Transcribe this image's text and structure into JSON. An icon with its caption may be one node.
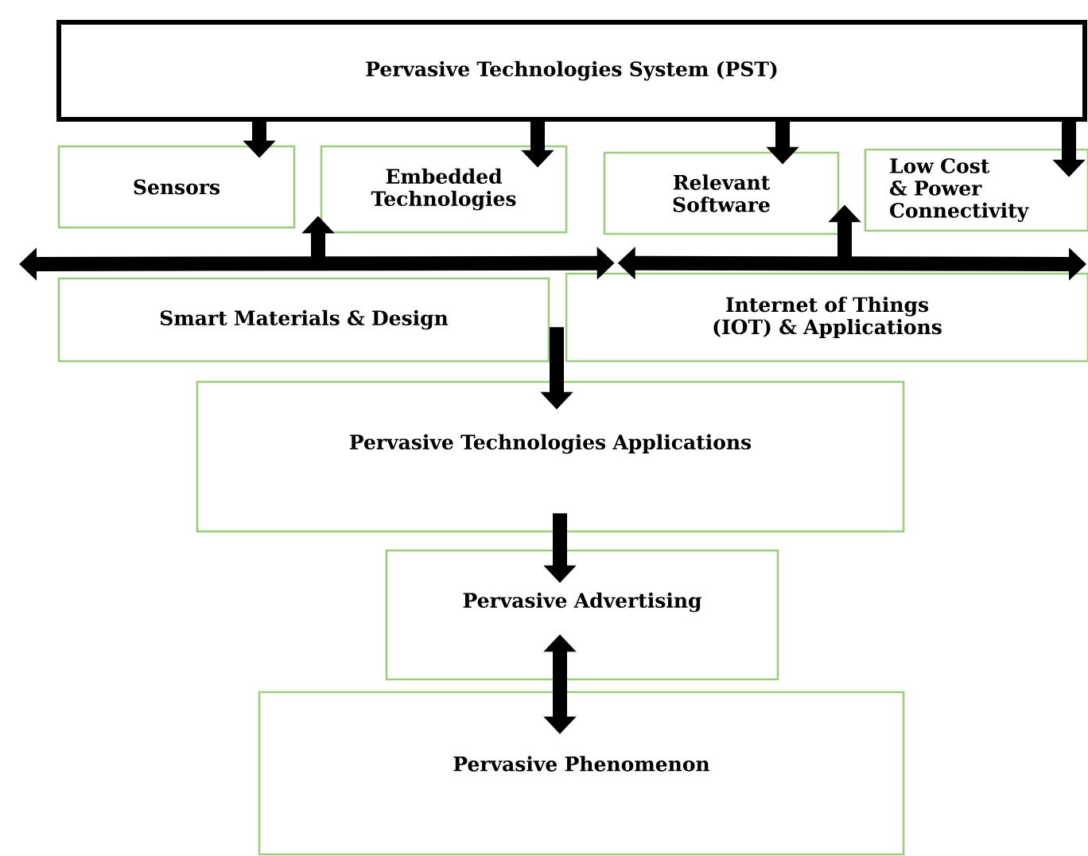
{
  "diagram": {
    "nodes": [
      {
        "text": [
          "Pervasive Technologies System (PST)"
        ]
      },
      {
        "text": [
          "Sensors"
        ]
      },
      {
        "text": [
          "Embedded Technologies"
        ]
      },
      {
        "text": [
          "Relevant Software"
        ]
      },
      {
        "text": [
          "Low Cost & Power Connectivity"
        ]
      },
      {
        "text": [
          "Smart Materials & Design"
        ]
      },
      {
        "text": [
          "Internet of Things (IOT) & Applications"
        ]
      },
      {
        "text": [
          "Pervasive Technologies Applications"
        ]
      },
      {
        "text": [
          "Pervasive Advertising"
        ]
      },
      {
        "text": [
          "Pervasive Phenomenon"
        ]
      }
    ],
    "edges": [
      {
        "from": 0,
        "to": 1,
        "arrow": "to"
      },
      {
        "from": 0,
        "to": 2,
        "arrow": "to"
      },
      {
        "from": 0,
        "to": 3,
        "arrow": "to"
      },
      {
        "from": 0,
        "to": 4,
        "arrow": "to"
      },
      {
        "from": 5,
        "to": 2,
        "arrow": "to"
      },
      {
        "from": 6,
        "to": 3,
        "arrow": "to"
      },
      {
        "from": 5,
        "to": 7,
        "arrow": "to"
      },
      {
        "from": 7,
        "to": 8,
        "arrow": "to"
      },
      {
        "from": 8,
        "to": 9,
        "arrow": "both"
      },
      {
        "from": null,
        "to": 6,
        "arrow": "both"
      },
      {
        "from": 6,
        "to": null,
        "arrow": "both"
      }
    ]
  }
}
